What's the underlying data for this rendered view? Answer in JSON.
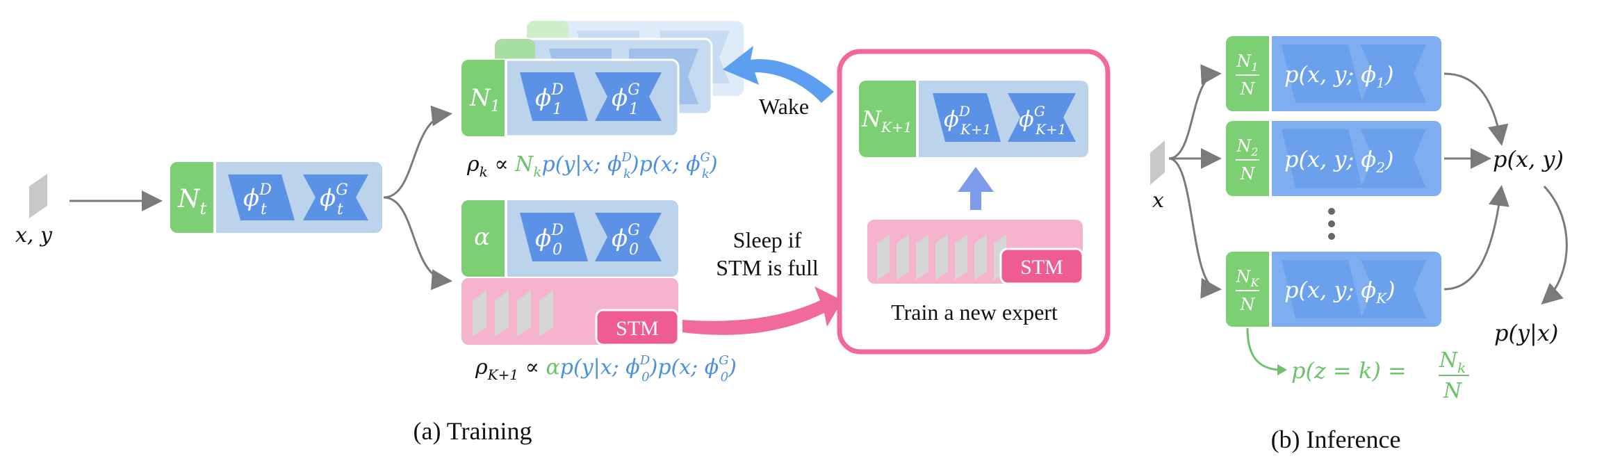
{
  "training": {
    "input_label": "x, y",
    "expert_t": {
      "count": "N",
      "count_sub": "t",
      "d_base": "ϕ",
      "d_sub": "t",
      "d_sup": "D",
      "g_base": "ϕ",
      "g_sub": "t",
      "g_sup": "G"
    },
    "expert_1": {
      "count": "N",
      "count_sub": "1",
      "d_base": "ϕ",
      "d_sub": "1",
      "d_sup": "D",
      "g_base": "ϕ",
      "g_sub": "1",
      "g_sup": "G"
    },
    "rho_k": {
      "lhs": "ρ",
      "lhs_sub": "k",
      "prop": "∝",
      "weight": "N",
      "weight_sub": "k",
      "rest_prefix": "p(y|x; ϕ",
      "rest_mid": ")p(x; ϕ",
      "sub_k": "k",
      "sup_d": "D",
      "sup_g": "G",
      "close": ")"
    },
    "expert_0": {
      "count": "α",
      "d_base": "ϕ",
      "d_sub": "0",
      "d_sup": "D",
      "g_base": "ϕ",
      "g_sub": "0",
      "g_sup": "G"
    },
    "stm_label": "STM",
    "rho_k1": {
      "lhs": "ρ",
      "lhs_sub": "K+1",
      "prop": "∝",
      "weight": "α",
      "rest_prefix": "p(y|x; ϕ",
      "rest_mid": ")p(x; ϕ",
      "sub_0": "0",
      "sup_d": "D",
      "sup_g": "G",
      "close": ")"
    },
    "wake_label": "Wake",
    "sleep_line1": "Sleep if",
    "sleep_line2": "STM is full",
    "new_expert": {
      "count": "N",
      "count_sub": "K+1",
      "d_base": "ϕ",
      "d_sub": "K+1",
      "d_sup": "D",
      "g_base": "ϕ",
      "g_sub": "K+1",
      "g_sup": "G"
    },
    "new_stm_label": "STM",
    "train_label": "Train a new expert",
    "caption": "(a) Training"
  },
  "inference": {
    "input_label": "x",
    "experts": [
      {
        "num": "N",
        "num_sub": "1",
        "den": "N",
        "body": "p(x, y; ϕ",
        "body_sub": "1",
        "body_close": ")"
      },
      {
        "num": "N",
        "num_sub": "2",
        "den": "N",
        "body": "p(x, y; ϕ",
        "body_sub": "2",
        "body_close": ")"
      },
      {
        "num": "N",
        "num_sub": "K",
        "den": "N",
        "body": "p(x, y; ϕ",
        "body_sub": "K",
        "body_close": ")"
      }
    ],
    "joint_label": "p(x, y)",
    "cond_label": "p(y|x)",
    "prior_lhs": "p(z = k) =",
    "prior_num": "N",
    "prior_num_sub": "k",
    "prior_den": "N",
    "caption": "(b) Inference"
  },
  "colors": {
    "green": "#7dcf74",
    "light_blue": "#bcd3ec",
    "mid_blue": "#7eaef0",
    "dark_blue": "#5c92e6",
    "pink_border": "#f0699d",
    "pink_fill": "#f6b3cd",
    "stm_pink": "#ee5c93",
    "gray": "#8a8a8a",
    "text_blue": "#4a90e2",
    "text_green": "#6cc36a"
  }
}
